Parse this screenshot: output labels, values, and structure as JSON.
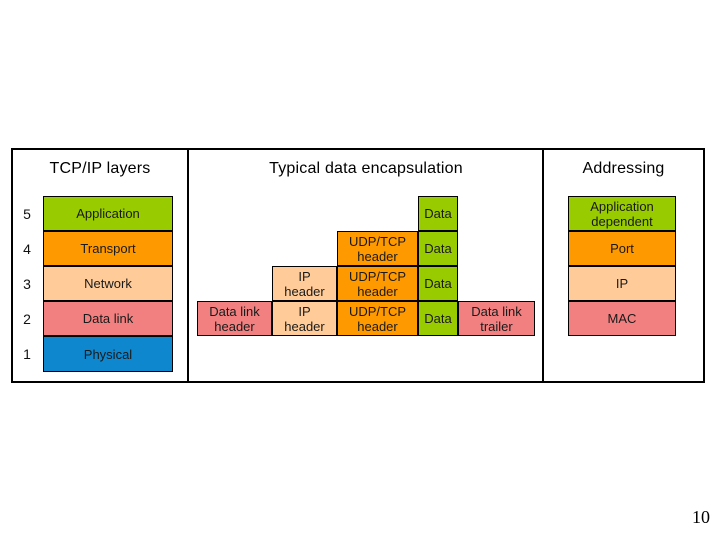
{
  "colors": {
    "green": "#99CC00",
    "orange": "#FF9900",
    "peach": "#FFCC99",
    "salmon": "#F28080",
    "blue": "#0E87CE",
    "border": "#000000"
  },
  "tcpip": {
    "title": "TCP/IP layers",
    "layers": [
      {
        "num": "5",
        "label": "Application"
      },
      {
        "num": "4",
        "label": "Transport"
      },
      {
        "num": "3",
        "label": "Network"
      },
      {
        "num": "2",
        "label": "Data link"
      },
      {
        "num": "1",
        "label": "Physical"
      }
    ]
  },
  "encapsulation": {
    "title": "Typical data encapsulation",
    "data_label": "Data",
    "udp_tcp_header_label": "UDP/TCP header",
    "ip_header_label": "IP header",
    "data_link_header_label": "Data link header",
    "data_link_trailer_label": "Data link trailer"
  },
  "addressing": {
    "title": "Addressing",
    "rows": [
      {
        "label": "Application dependent"
      },
      {
        "label": "Port"
      },
      {
        "label": "IP"
      },
      {
        "label": "MAC"
      }
    ]
  },
  "page_number": "10"
}
